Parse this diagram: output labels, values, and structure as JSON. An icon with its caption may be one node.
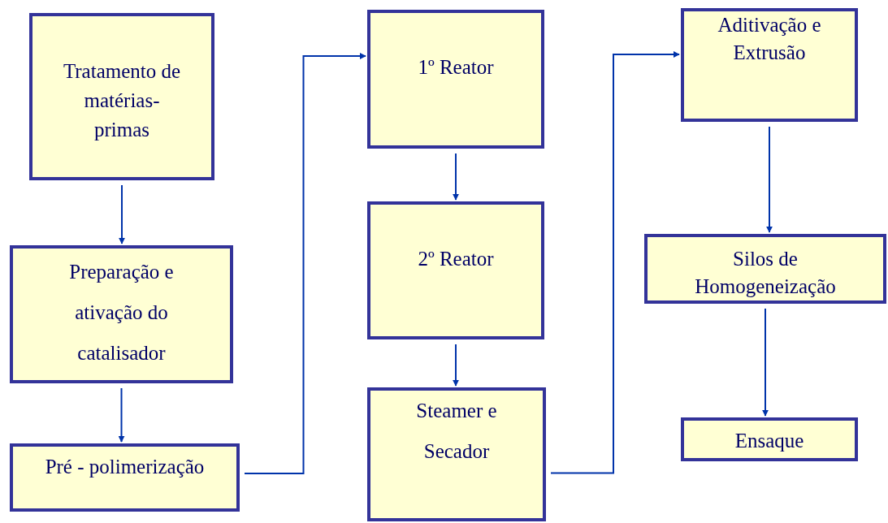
{
  "diagram": {
    "nodes": [
      {
        "text": [
          "Tratamento de matérias-primas"
        ]
      },
      {
        "text": [
          "Preparação e ativação do catalisador"
        ]
      },
      {
        "text": [
          "Pré - polimerização"
        ]
      },
      {
        "text": [
          "1º Reator"
        ]
      },
      {
        "text": [
          "2º Reator"
        ]
      },
      {
        "text": [
          "Steamer e Secador"
        ]
      },
      {
        "text": [
          "Aditivação e Extrusão"
        ]
      },
      {
        "text": [
          "Silos de Homogeneização"
        ]
      },
      {
        "text": [
          "Ensaque"
        ]
      }
    ],
    "edges": [
      {
        "from": 0,
        "to": 1,
        "arrow": "to"
      },
      {
        "from": 1,
        "to": 2,
        "arrow": "to"
      },
      {
        "from": 2,
        "to": 3,
        "arrow": "to"
      },
      {
        "from": 3,
        "to": 4,
        "arrow": "to"
      },
      {
        "from": 4,
        "to": 5,
        "arrow": "to"
      },
      {
        "from": 5,
        "to": 6,
        "arrow": "to"
      },
      {
        "from": 6,
        "to": 7,
        "arrow": "to"
      },
      {
        "from": 7,
        "to": 8,
        "arrow": "to"
      }
    ]
  }
}
